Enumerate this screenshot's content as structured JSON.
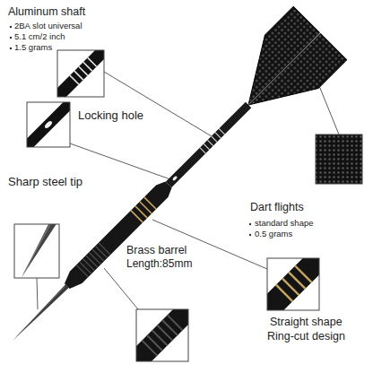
{
  "diagram": {
    "labels": [
      "Aluminum shaft",
      "2BA slot universal",
      "5.1 cm/2 inch",
      "1.5 grams",
      "Locking hole",
      "Sharp steel tip",
      "Brass barrel",
      "Length:85mm",
      "Dart flights",
      "standard shape",
      "0.5 grams",
      "Straight shape",
      "Ring-cut design"
    ]
  }
}
